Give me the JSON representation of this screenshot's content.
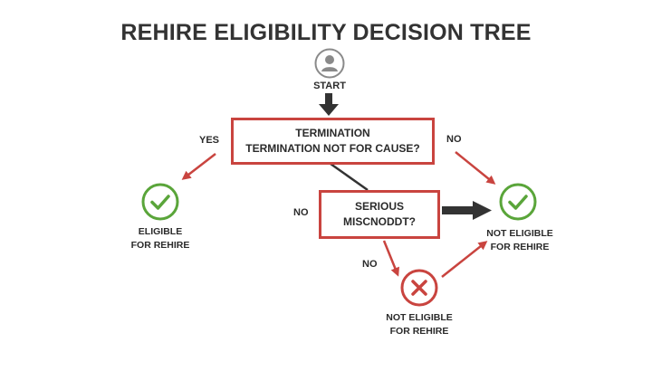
{
  "title": "REHIRE ELIGIBILITY DECISION TREE",
  "colors": {
    "accent_red": "#c9443f",
    "check_green": "#5aa53a",
    "dark_arrow": "#333333",
    "icon_grey": "#8a8a8a"
  },
  "start": {
    "icon": "person-icon",
    "label": "START"
  },
  "nodes": {
    "termination": {
      "line1": "TERMINATION",
      "line2": "TERMINATION NOT FOR CAUSE?"
    },
    "misconduct": {
      "line1": "SERIOUS",
      "line2": "MISCNODDT?"
    }
  },
  "edge_labels": {
    "yes_left": "YES",
    "no_right": "NO",
    "no_mid": "NO",
    "no_lower": "NO"
  },
  "outcomes": {
    "eligible": {
      "icon": "check-circle-icon",
      "line1": "ELIGIBLE",
      "line2": "FOR REHIRE"
    },
    "not_eligible_right": {
      "icon": "check-circle-icon",
      "line1": "NOT ELIGIBLE",
      "line2": "FOR REHIRE"
    },
    "not_eligible_bottom": {
      "icon": "x-circle-icon",
      "line1": "NOT ELIGIBLE",
      "line2": "FOR REHIRE"
    }
  }
}
